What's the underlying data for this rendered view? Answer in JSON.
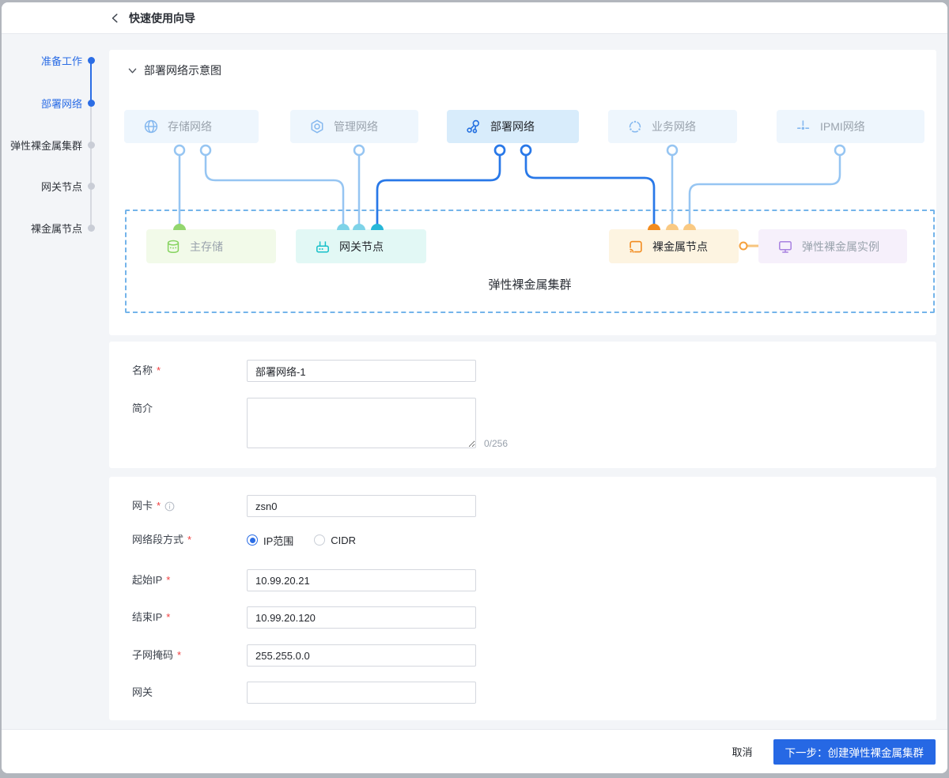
{
  "window": {
    "title": "快速使用向导"
  },
  "steps": {
    "items": [
      {
        "label": "准备工作",
        "state": "done"
      },
      {
        "label": "部署网络",
        "state": "active"
      },
      {
        "label": "弹性裸金属集群",
        "state": "pending"
      },
      {
        "label": "网关节点",
        "state": "pending"
      },
      {
        "label": "裸金属节点",
        "state": "pending"
      }
    ]
  },
  "diagram": {
    "section_title": "部署网络示意图",
    "cluster_label": "弹性裸金属集群",
    "top_nodes": [
      {
        "label": "存储网络",
        "icon": "globe-icon",
        "active": false
      },
      {
        "label": "管理网络",
        "icon": "nut-icon",
        "active": false
      },
      {
        "label": "部署网络",
        "icon": "share-nodes-icon",
        "active": true
      },
      {
        "label": "业务网络",
        "icon": "cluster-icon",
        "active": false
      },
      {
        "label": "IPMI网络",
        "icon": "probe-icon",
        "active": false
      }
    ],
    "bottom_nodes": [
      {
        "label": "主存储",
        "icon": "database-icon",
        "theme": "green"
      },
      {
        "label": "网关节点",
        "icon": "router-icon",
        "theme": "cyan"
      },
      {
        "label": "裸金属节点",
        "icon": "cast-icon",
        "theme": "orange"
      },
      {
        "label": "弹性裸金属实例",
        "icon": "monitor-icon",
        "theme": "purple"
      }
    ]
  },
  "required_mark": "*",
  "form_basic": {
    "name_label": "名称",
    "name_value": "部署网络-1",
    "desc_label": "简介",
    "desc_value": "",
    "desc_counter": "0/256"
  },
  "form_network": {
    "nic_label": "网卡",
    "nic_value": "zsn0",
    "segment_label": "网络段方式",
    "segment_options": [
      {
        "label": "IP范围",
        "selected": true
      },
      {
        "label": "CIDR",
        "selected": false
      }
    ],
    "start_ip_label": "起始IP",
    "start_ip_value": "10.99.20.21",
    "end_ip_label": "结束IP",
    "end_ip_value": "10.99.20.120",
    "netmask_label": "子网掩码",
    "netmask_value": "255.255.0.0",
    "gateway_label": "网关",
    "gateway_value": ""
  },
  "footer": {
    "cancel_label": "取消",
    "next_label": "下一步：创建弹性裸金属集群"
  },
  "colors": {
    "accent": "#2b6de5",
    "wire_light": "#96c5f2",
    "wire_dark": "#2878e8",
    "green": "#85d35f",
    "cyan": "#17c0c9",
    "orange": "#f28b1e",
    "purple": "#a881e0"
  }
}
